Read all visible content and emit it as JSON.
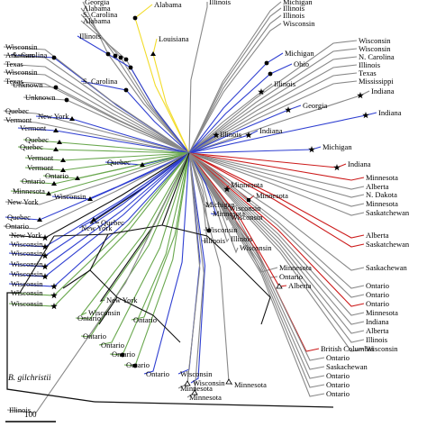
{
  "figure": {
    "outgroup_label": "B. gilchristii",
    "scale_bar_label": "100"
  },
  "colors": {
    "gray": "#888888",
    "blue": "#2f3fd1",
    "yellow": "#f2dc2a",
    "green": "#6aa84f",
    "red": "#cc1a1a",
    "dark": "#111111"
  },
  "tips": [
    {
      "text": "Georgia",
      "color": "gray"
    },
    {
      "text": "Alabama",
      "color": "gray"
    },
    {
      "text": "S. Carolina",
      "color": "gray"
    },
    {
      "text": "Alabama",
      "color": "gray"
    },
    {
      "text": "Alabama",
      "color": "yellow"
    },
    {
      "text": "Illinois",
      "color": "blue"
    },
    {
      "text": "Louisiana",
      "color": "yellow"
    },
    {
      "text": "S. Carolina",
      "color": "blue"
    },
    {
      "text": "S. Carolina",
      "color": "blue"
    },
    {
      "text": "Unknown",
      "color": "gray"
    },
    {
      "text": "Unknown",
      "color": "gray"
    },
    {
      "text": "Wisconsin",
      "color": "gray"
    },
    {
      "text": "Arkansas",
      "color": "gray"
    },
    {
      "text": "Texas",
      "color": "gray"
    },
    {
      "text": "Wisconsin",
      "color": "gray"
    },
    {
      "text": "Texas",
      "color": "gray"
    },
    {
      "text": "Quebec",
      "color": "gray"
    },
    {
      "text": "Vermont",
      "color": "gray"
    },
    {
      "text": "New York",
      "color": "blue"
    },
    {
      "text": "Vermont",
      "color": "blue"
    },
    {
      "text": "Quebec",
      "color": "green"
    },
    {
      "text": "Quebec",
      "color": "green"
    },
    {
      "text": "Vermont",
      "color": "green"
    },
    {
      "text": "Vermont",
      "color": "green"
    },
    {
      "text": "Quebec",
      "color": "blue"
    },
    {
      "text": "Ontario",
      "color": "green"
    },
    {
      "text": "Ontario",
      "color": "green"
    },
    {
      "text": "Minnesota",
      "color": "green"
    },
    {
      "text": "Wisconsin",
      "color": "blue"
    },
    {
      "text": "Quebec",
      "color": "blue"
    },
    {
      "text": "New York",
      "color": "gray"
    },
    {
      "text": "New York",
      "color": "blue"
    },
    {
      "text": "Illinois",
      "color": "gray"
    },
    {
      "text": "Michigan",
      "color": "gray"
    },
    {
      "text": "Illinois",
      "color": "gray"
    },
    {
      "text": "Illinois",
      "color": "gray"
    },
    {
      "text": "Wisconsin",
      "color": "gray"
    },
    {
      "text": "Michigan",
      "color": "blue"
    },
    {
      "text": "Ohio",
      "color": "blue"
    },
    {
      "text": "Illinois",
      "color": "gray"
    },
    {
      "text": "Wisconsin",
      "color": "gray"
    },
    {
      "text": "Wisconsin",
      "color": "gray"
    },
    {
      "text": "N. Carolina",
      "color": "gray"
    },
    {
      "text": "Illinois",
      "color": "gray"
    },
    {
      "text": "Texas",
      "color": "gray"
    },
    {
      "text": "Mississippi",
      "color": "gray"
    },
    {
      "text": "Indiana",
      "color": "gray"
    },
    {
      "text": "Georgia",
      "color": "blue"
    },
    {
      "text": "Indiana",
      "color": "blue"
    },
    {
      "text": "Illinois",
      "color": "blue"
    },
    {
      "text": "Indiana",
      "color": "blue"
    },
    {
      "text": "Michigan",
      "color": "blue"
    },
    {
      "text": "Indiana",
      "color": "red"
    },
    {
      "text": "Minnesota",
      "color": "red"
    },
    {
      "text": "Alberta",
      "color": "gray"
    },
    {
      "text": "N. Dakota",
      "color": "gray"
    },
    {
      "text": "Minnesota",
      "color": "gray"
    },
    {
      "text": "Saskatchewan",
      "color": "gray"
    },
    {
      "text": "Minnesota",
      "color": "red"
    },
    {
      "text": "Minnesota",
      "color": "red"
    },
    {
      "text": "Alberta",
      "color": "red"
    },
    {
      "text": "Saskatchewan",
      "color": "red"
    },
    {
      "text": "Wisconsin",
      "color": "gray"
    },
    {
      "text": "Illinois",
      "color": "gray"
    },
    {
      "text": "Wisconsin",
      "color": "gray"
    },
    {
      "text": "Saskachewan",
      "color": "gray"
    },
    {
      "text": "Minnesota",
      "color": "gray"
    },
    {
      "text": "Ontario",
      "color": "gray"
    },
    {
      "text": "Alberta",
      "color": "red"
    },
    {
      "text": "Ontario",
      "color": "gray"
    },
    {
      "text": "Ontario",
      "color": "gray"
    },
    {
      "text": "Ontario",
      "color": "red"
    },
    {
      "text": "Minnesota",
      "color": "gray"
    },
    {
      "text": "Indiana",
      "color": "gray"
    },
    {
      "text": "Alberta",
      "color": "gray"
    },
    {
      "text": "Illinois",
      "color": "gray"
    },
    {
      "text": "Wisconsin",
      "color": "gray"
    },
    {
      "text": "British Columbia",
      "color": "red"
    },
    {
      "text": "Ontario",
      "color": "gray"
    },
    {
      "text": "Saskachewan",
      "color": "gray"
    },
    {
      "text": "Ontario",
      "color": "gray"
    },
    {
      "text": "Ontario",
      "color": "gray"
    },
    {
      "text": "Ontario",
      "color": "gray"
    },
    {
      "text": "Ontario",
      "color": "gray"
    },
    {
      "text": "Quebec",
      "color": "dark"
    },
    {
      "text": "New York",
      "color": "dark"
    },
    {
      "text": "Wisconsin",
      "color": "blue"
    },
    {
      "text": "Wisconsin",
      "color": "blue"
    },
    {
      "text": "Wisconsin",
      "color": "blue"
    },
    {
      "text": "Wisconsin",
      "color": "blue"
    },
    {
      "text": "Wisconsin",
      "color": "blue"
    },
    {
      "text": "Wisconsin",
      "color": "green"
    },
    {
      "text": "Wisconsin",
      "color": "green"
    },
    {
      "text": "Wisconsin",
      "color": "green"
    },
    {
      "text": "New York",
      "color": "dark"
    },
    {
      "text": "Ontario",
      "color": "green"
    },
    {
      "text": "Ontario",
      "color": "green"
    },
    {
      "text": "Ontario",
      "color": "green"
    },
    {
      "text": "Ontario",
      "color": "green"
    },
    {
      "text": "Ontario",
      "color": "green"
    },
    {
      "text": "Ontario",
      "color": "green"
    },
    {
      "text": "Ontario",
      "color": "blue"
    },
    {
      "text": "Wisconsin",
      "color": "blue"
    },
    {
      "text": "Wisconsin",
      "color": "blue"
    },
    {
      "text": "Minnesota",
      "color": "gray"
    },
    {
      "text": "Minnesota",
      "color": "gray"
    },
    {
      "text": "Minnesota",
      "color": "gray"
    },
    {
      "text": "Minnesota",
      "color": "blue"
    },
    {
      "text": "Wisconsin",
      "color": "gray"
    },
    {
      "text": "Wisconsin",
      "color": "gray"
    },
    {
      "text": "Illinois",
      "color": "gray"
    },
    {
      "text": "Michigan",
      "color": "gray"
    },
    {
      "text": "Illinois",
      "color": "gray"
    }
  ]
}
